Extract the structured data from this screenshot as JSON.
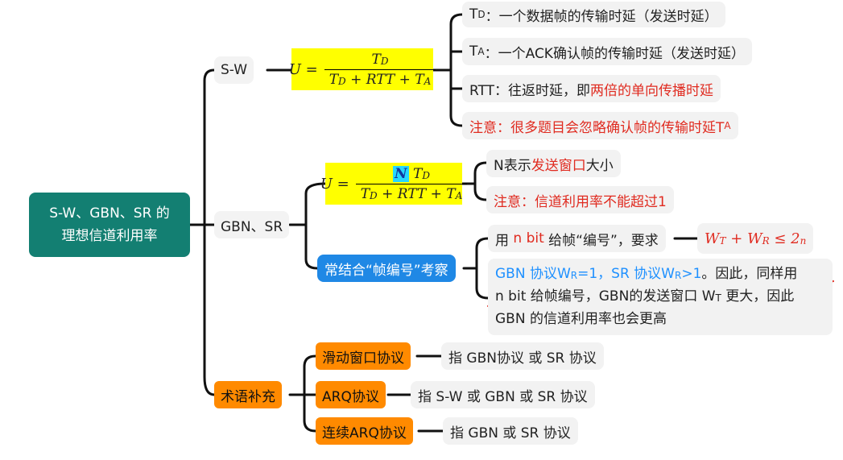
{
  "root": {
    "title_line1": "S-W、GBN、SR 的",
    "title_line2": "理想信道利用率"
  },
  "sw": {
    "label": "S-W",
    "formula": {
      "lhs": "U =",
      "num": "T",
      "num_sub": "D",
      "den": "T",
      "den_sub1": "D",
      "den_mid": " + RTT + T",
      "den_sub2": "A"
    },
    "notes": {
      "td": {
        "symbol": "T",
        "symbol_sub": "D",
        "text": "：一个数据帧的传输时延（发送时延）"
      },
      "ta": {
        "symbol": "T",
        "symbol_sub": "A",
        "text": "：一个ACK确认帧的传输时延（发送时延）"
      },
      "rtt": {
        "prefix": "RTT：往返时延，即",
        "highlight": "两倍的单向传播时延"
      },
      "note": {
        "text": "注意：很多题目会忽略确认帧的传输时延T",
        "sub": "A"
      }
    }
  },
  "gbn": {
    "label": "GBN、SR",
    "formula": {
      "lhs": "U =",
      "n": "N",
      "num": "T",
      "num_sub": "D",
      "den": "T",
      "den_sub1": "D",
      "den_mid": " + RTT + T",
      "den_sub2": "A"
    },
    "notes": {
      "n": {
        "prefix": "N表示",
        "highlight": "发送窗口",
        "suffix": "大小"
      },
      "note": {
        "text": "注意：信道利用率不能超过1"
      }
    },
    "seq": {
      "label": "常结合“帧编号”考察",
      "req": {
        "prefix": "用 ",
        "highlight": "n bit",
        "suffix": " 给帧“编号”，要求"
      },
      "constraint": {
        "w1": "W",
        "s1": "T",
        "plus": " + ",
        "w2": "W",
        "s2": "R",
        "le": " ≤ 2",
        "sup": "n"
      },
      "explain": {
        "gbn_a": "GBN 协议W",
        "gbn_s": "R",
        "gbn_b": "=1，SR 协议W",
        "sr_s": "R",
        "sr_b": ">1",
        "rest1": "。因此，同样用",
        "line2a": "n bit 给帧编号，GBN的发送窗口 W",
        "line2s": "T",
        "line2b": " 更大，因此",
        "line3": "GBN 的信道利用率也会更高"
      }
    }
  },
  "terms": {
    "label": "术语补充",
    "items": [
      {
        "term": "滑动窗口协议",
        "desc": "指 GBN协议 或 SR 协议"
      },
      {
        "term": "ARQ协议",
        "desc": "指 S-W 或 GBN 或 SR 协议"
      },
      {
        "term": "连续ARQ协议",
        "desc": "指 GBN 或 SR 协议"
      }
    ]
  },
  "colors": {
    "root": "#137f72",
    "formula": "#ffff00",
    "term": "#ff8a00",
    "tag": "#1f88e5",
    "red": "#e02b20",
    "blue": "#1e90ff"
  }
}
